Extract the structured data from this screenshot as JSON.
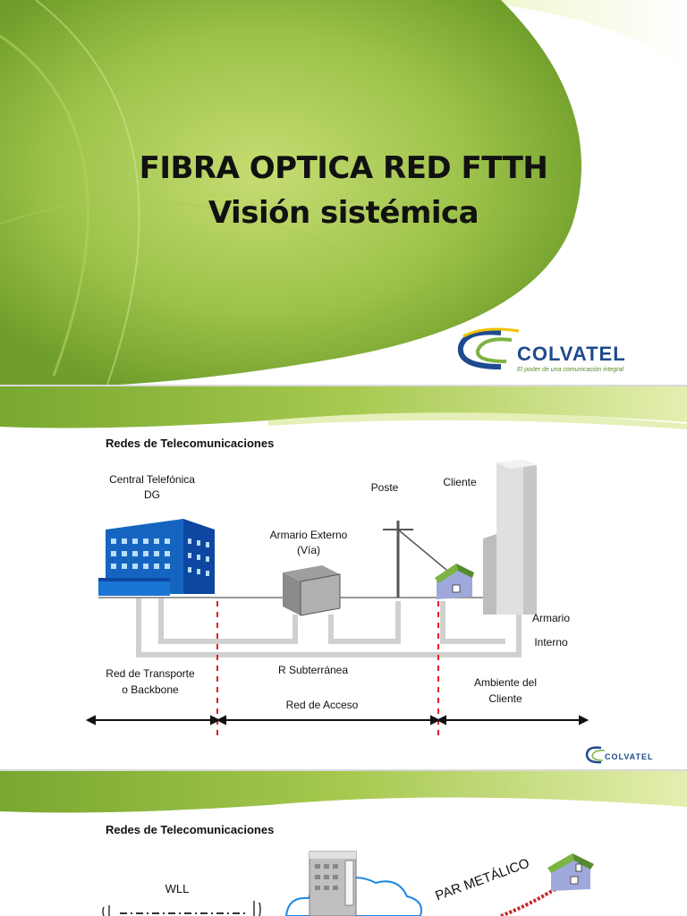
{
  "slide1": {
    "title_line1": "FIBRA OPTICA RED FTTH",
    "title_line2": "Visión sistémica",
    "logo_text": "COLVATEL",
    "logo_tagline": "El poder de una comunicación integral"
  },
  "slide2": {
    "header": "Redes de Telecomunicaciones",
    "labels": {
      "central": "Central Telefónica",
      "dg": "DG",
      "poste": "Poste",
      "cliente": "Cliente",
      "armario_ext_1": "Armario Externo",
      "armario_ext_2": "(Vía)",
      "armario_int_1": "Armario",
      "armario_int_2": "Interno",
      "transporte_1": "Red de Transporte",
      "transporte_2": "o Backbone",
      "subterranea": "R Subterránea",
      "acceso": "Red de Acceso",
      "ambiente_1": "Ambiente del",
      "ambiente_2": "Cliente"
    },
    "logo_text": "COLVATEL"
  },
  "slide3": {
    "header": "Redes de Telecomunicaciones",
    "wll": "WLL",
    "par_metalico": "PAR METÁLICO"
  },
  "colors": {
    "green_dark": "#7aa82e",
    "green_light": "#c8dd6e",
    "brand_blue": "#1f4a8f",
    "red_dash": "#e02020"
  }
}
